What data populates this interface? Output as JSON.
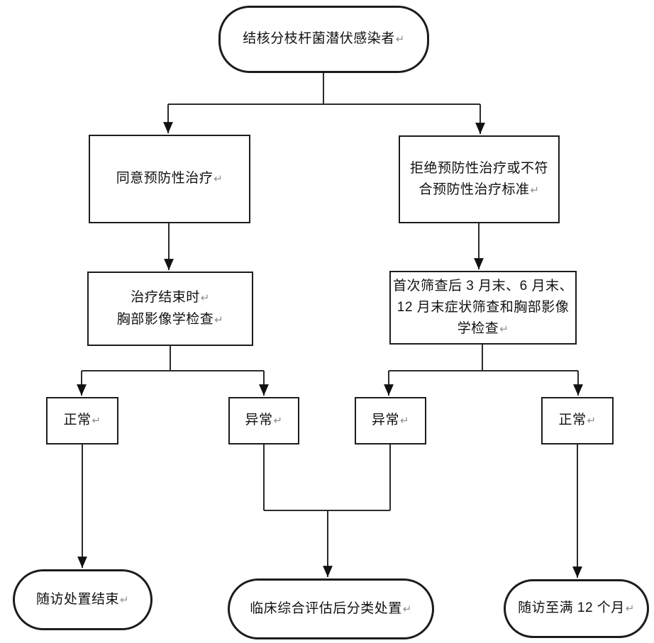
{
  "marks": {
    "return": "↵"
  },
  "colors": {
    "background": "#ffffff",
    "node_border": "#1c1c1c",
    "connector": "#2b2b2b",
    "text": "#111111",
    "return_mark": "#8f8f8f"
  },
  "nodes": {
    "start": {
      "label": "结核分枝杆菌潜伏感染者"
    },
    "agree": {
      "label": "同意预防性治疗"
    },
    "refuse": {
      "line1": "拒绝预防性治疗或不符",
      "line2": "合预防性治疗标准"
    },
    "end_exam": {
      "line1": "治疗结束时",
      "line2": "胸部影像学检查"
    },
    "periodic_screen": {
      "line1": "首次筛查后 3 月末、6 月末、",
      "line2": "12 月末症状筛查和胸部影像",
      "line3": "学检查"
    },
    "normal_left": {
      "label": "正常"
    },
    "abnormal_left": {
      "label": "异常"
    },
    "abnormal_right": {
      "label": "异常"
    },
    "normal_right": {
      "label": "正常"
    },
    "followup_end": {
      "label": "随访处置结束"
    },
    "clinical_eval": {
      "label": "临床综合评估后分类处置"
    },
    "followup_12m": {
      "label": "随访至满 12 个月"
    }
  }
}
